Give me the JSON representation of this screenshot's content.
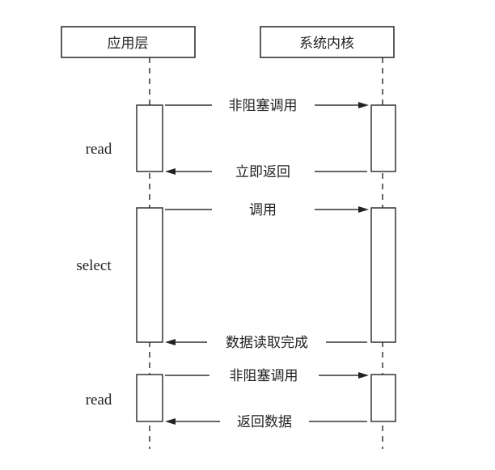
{
  "participants": [
    {
      "id": "app",
      "label": "应用层"
    },
    {
      "id": "kernel",
      "label": "系统内核"
    }
  ],
  "phases": [
    {
      "label": "read",
      "messages": [
        {
          "from": "app",
          "to": "kernel",
          "label": "非阻塞调用"
        },
        {
          "from": "kernel",
          "to": "app",
          "label": "立即返回"
        }
      ]
    },
    {
      "label": "select",
      "messages": [
        {
          "from": "app",
          "to": "kernel",
          "label": "调用"
        },
        {
          "from": "kernel",
          "to": "app",
          "label": "数据读取完成"
        }
      ]
    },
    {
      "label": "read",
      "messages": [
        {
          "from": "app",
          "to": "kernel",
          "label": "非阻塞调用"
        },
        {
          "from": "kernel",
          "to": "app",
          "label": "返回数据"
        }
      ]
    }
  ]
}
